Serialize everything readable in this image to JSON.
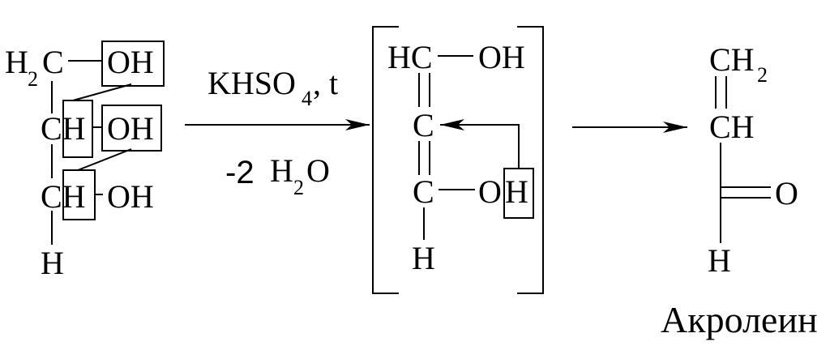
{
  "glycerol": {
    "h2c_h": "H",
    "h2c_2": "2",
    "h2c_c": "C",
    "oh1": "OH",
    "ch2": "CH",
    "oh2": "OH",
    "ch3": "CH",
    "oh3": "OH",
    "h_bottom": "H"
  },
  "reaction1": {
    "reagent_main": "KHSO",
    "reagent_sub": "4",
    "reagent_tail": ", t",
    "minus_coeff": "-2",
    "water_h": "H",
    "water_sub": "2",
    "water_o": "O"
  },
  "intermediate": {
    "hc": "HC",
    "oh_top": "OH",
    "c_mid": "C",
    "c_bot": "C",
    "oh_bot_o": "O",
    "oh_bot_h": "H",
    "h_bottom": "H"
  },
  "acrolein": {
    "ch2_main": "CH",
    "ch2_sub": "2",
    "ch": "CH",
    "o": "O",
    "h": "H",
    "name": "Акролеин"
  }
}
